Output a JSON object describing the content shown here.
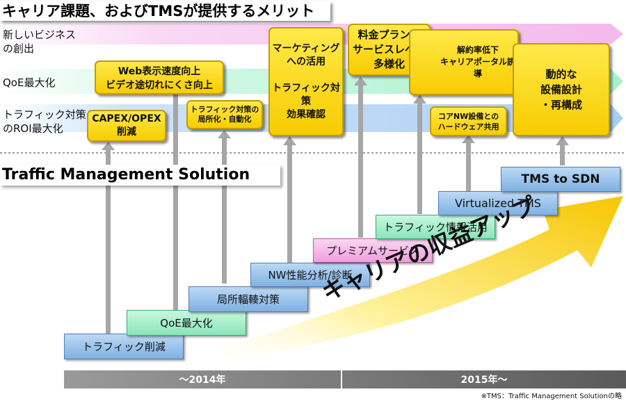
{
  "title": "キャリア課題、およびTMSが提供するメリット",
  "row_labels": {
    "new_business": "新しいビジネス\nの創出",
    "qoe": "QoE最大化",
    "roi": "トラフィック対策\nのROI最大化"
  },
  "benefits": {
    "capex": "CAPEX/OPEX\n削減",
    "web": "Web表示速度向上\nビデオ途切れにくさ向上",
    "auto": "トラフィック対策の\n局所化・自動化",
    "marketing": "マーケティング\nへの活用\n\nトラフィック対策\n効果確認",
    "plan": "料金プラン／\nサービスレベル\n多様化",
    "churn": "解約率低下\nキャリアポータル誘導",
    "coanw": "コアNW設備との\nハードウェア共用",
    "dynamic": "動的な\n設備設計\n・再構成"
  },
  "tms_title": "Traffic Management Solution",
  "steps": {
    "s1": "トラフィック削減",
    "s2": "QoE最大化",
    "s3": "局所輻輳対策",
    "s4": "NW性能分析/診断",
    "s5": "プレミアムサービス",
    "s6": "トラフィック情報活用",
    "s7": "Virtualized TMS",
    "s8": "TMS to SDN"
  },
  "revenue_label": "キャリアの収益アップ",
  "timeline": {
    "left": "～2014年",
    "right": "2015年～"
  },
  "footnote": "※TMS：Traffic Management Solutionの略",
  "colors": {
    "band_pink": "#f6c8f0",
    "band_green": "#bff5da",
    "band_blue": "#bcd8f6",
    "benefit_yellow": "#f7cc00",
    "step_blue": "#9cc4ec",
    "step_green": "#9feac3",
    "step_pink": "#f5b8e9",
    "timebar_gray": "#6e6e6e"
  }
}
